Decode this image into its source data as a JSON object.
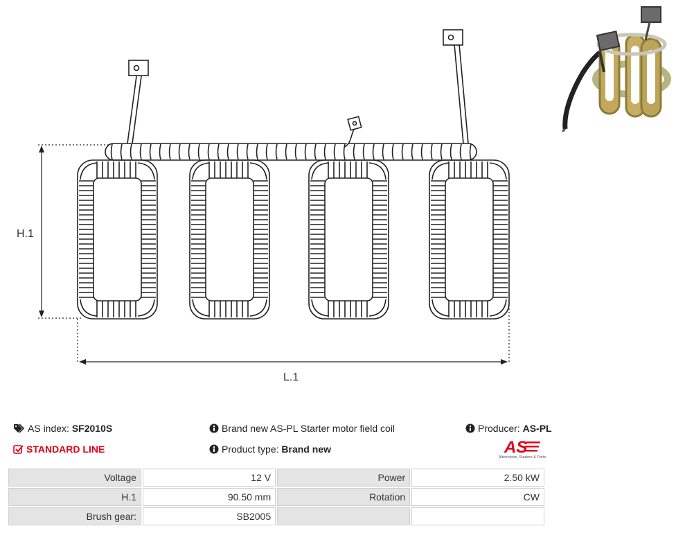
{
  "diagram": {
    "height_label": "H.1",
    "length_label": "L.1"
  },
  "info": {
    "as_index_label": "AS index:",
    "as_index_value": "SF2010S",
    "standard_line": "STANDARD LINE",
    "description": "Brand new AS-PL Starter motor field coil",
    "product_type_label": "Product type:",
    "product_type_value": "Brand new",
    "producer_label": "Producer:",
    "producer_value": "AS-PL",
    "logo_text": "AS",
    "logo_tagline": "Alternators, Starters & Parts"
  },
  "colors": {
    "accent": "#e2001a",
    "header_cell": "#e4e4e4"
  },
  "icons": {
    "tags": "tags-icon",
    "info": "info-circle-icon",
    "check": "check-square-icon"
  },
  "specs": {
    "rows": [
      [
        "Voltage",
        "12 V",
        "Power",
        "2.50 kW"
      ],
      [
        "H.1",
        "90.50 mm",
        "Rotation",
        "CW"
      ],
      [
        "Brush gear:",
        "SB2005",
        "",
        ""
      ]
    ]
  }
}
